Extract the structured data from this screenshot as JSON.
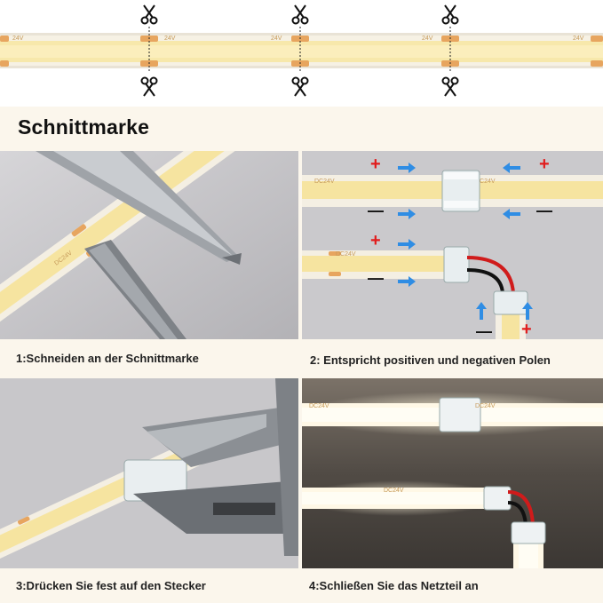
{
  "heading": "Schnittmarke",
  "strip_labels": {
    "voltage_top": "24V",
    "voltage_dc": "DC24V",
    "plus": "+",
    "minus": "−"
  },
  "steps": [
    {
      "caption": "1:Schneiden an der Schnittmarke"
    },
    {
      "caption": "2: Entspricht positiven und negativen Polen"
    },
    {
      "caption": "3:Drücken Sie fest auf den Stecker"
    },
    {
      "caption": "4:Schließen Sie das Netzteil an"
    }
  ],
  "polarity": {
    "plus": "+",
    "minus": "—"
  },
  "colors": {
    "led_strip": "#f7e7a4",
    "strip_base": "#fdf8ea",
    "copper_pad": "#e7a55f",
    "arrow_blue": "#2f8de4",
    "plus_red": "#e11c1c",
    "minus_black": "#111111",
    "panel_grey": "#c7c6c9",
    "caption_bg": "#fbf6ec"
  }
}
